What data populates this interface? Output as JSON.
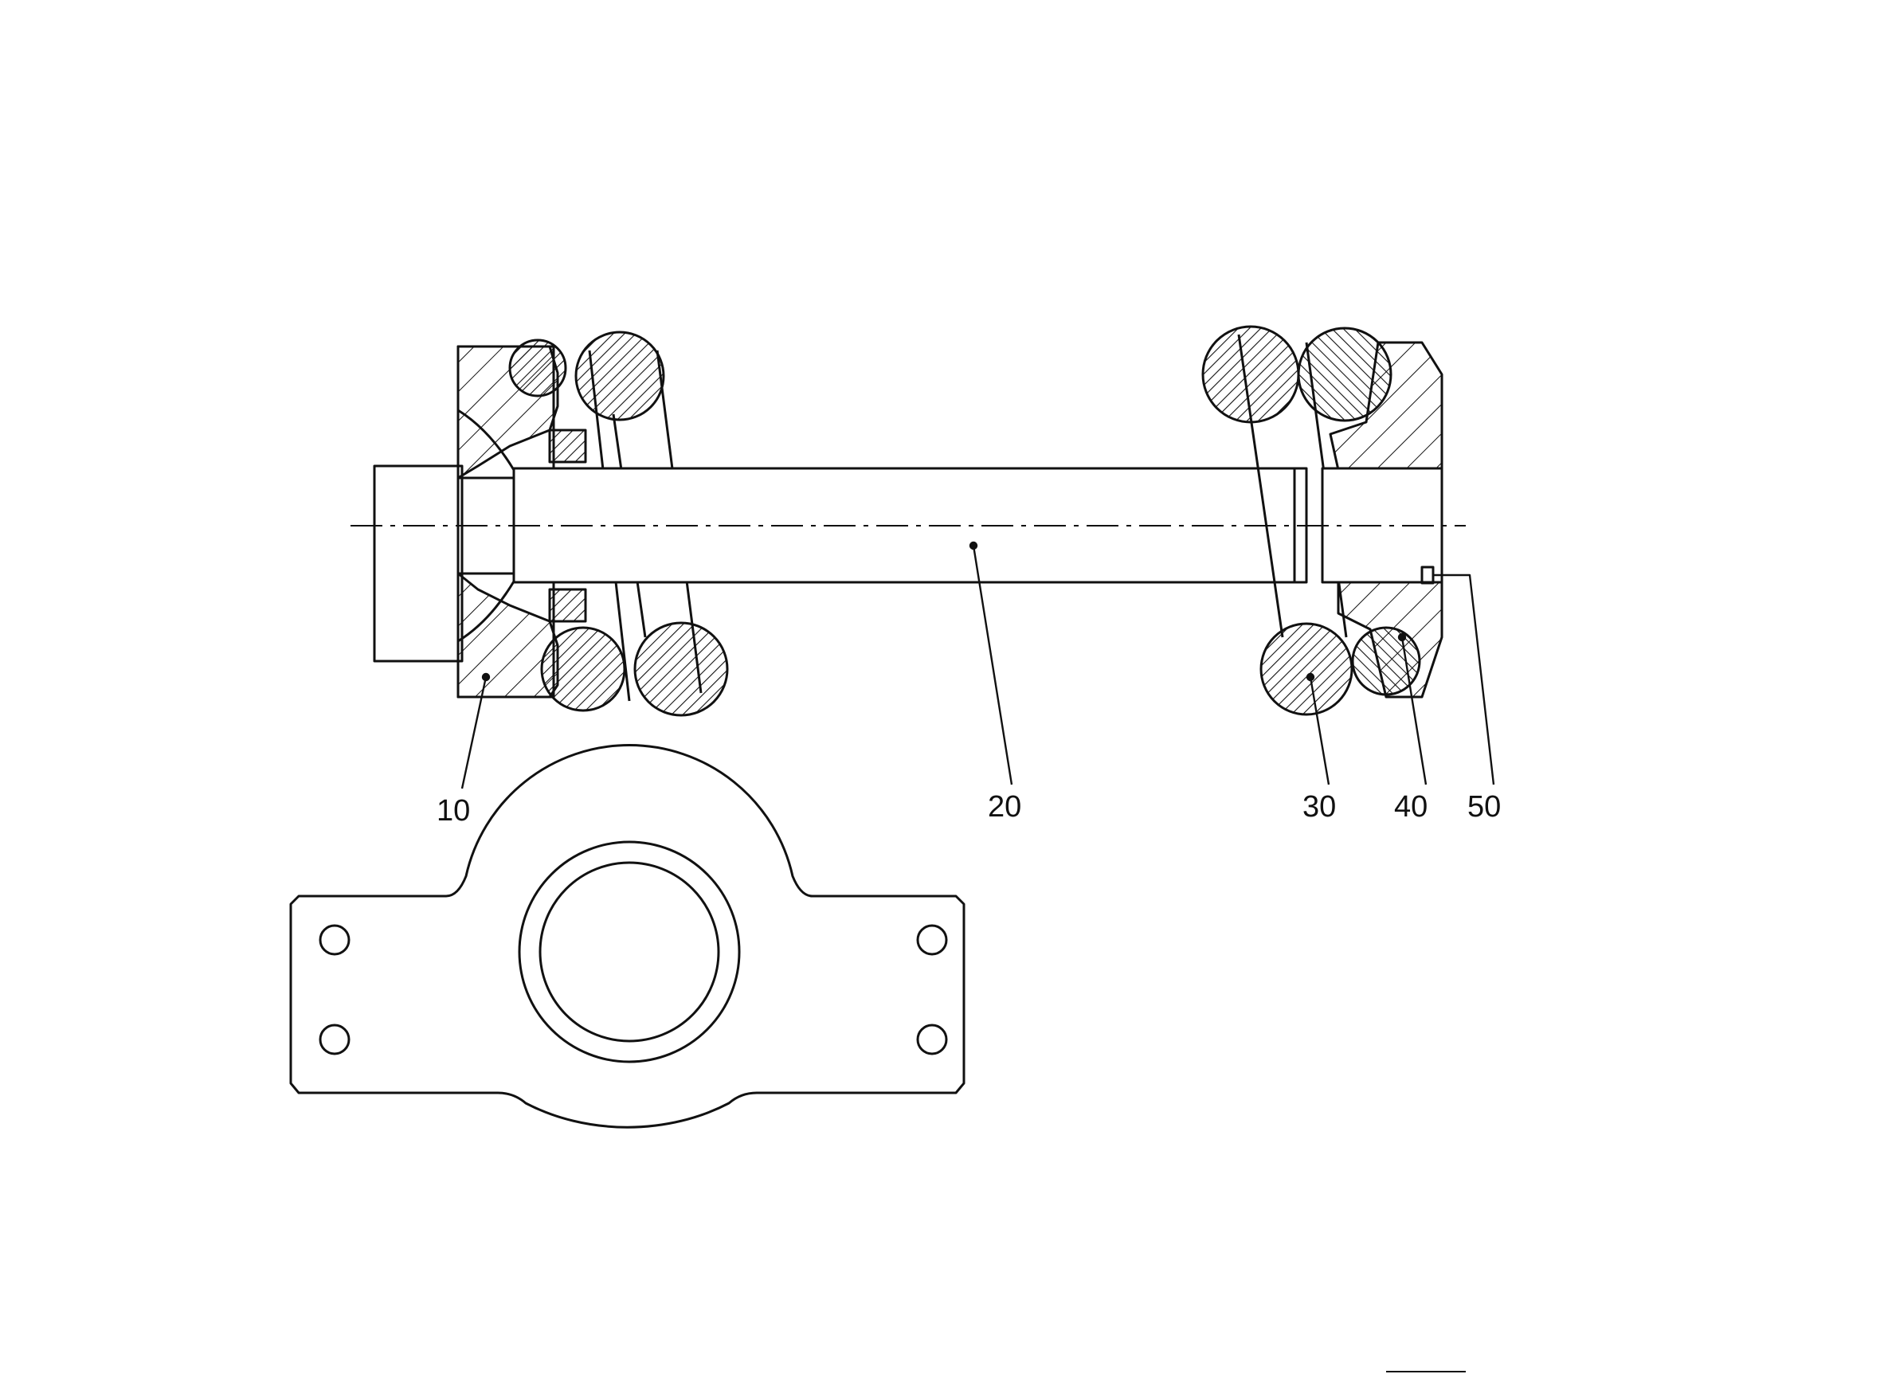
{
  "figure": {
    "reference_numerals": [
      {
        "id": "10",
        "text": "10"
      },
      {
        "id": "20",
        "text": "20"
      },
      {
        "id": "30",
        "text": "30"
      },
      {
        "id": "40",
        "text": "40"
      },
      {
        "id": "50",
        "text": "50"
      }
    ]
  },
  "colors": {
    "line": "#111111",
    "background": "#ffffff"
  }
}
